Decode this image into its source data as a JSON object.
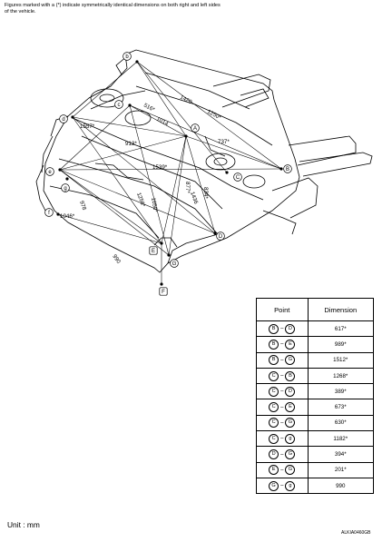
{
  "note": "Figures marked with a (*) indicate symmetrically identical dimensions on both right and left sides of the vehicle.",
  "points": [
    {
      "id": "b",
      "label": "b",
      "shape": "circle"
    },
    {
      "id": "c",
      "label": "c",
      "shape": "circle"
    },
    {
      "id": "d",
      "label": "d",
      "shape": "circle"
    },
    {
      "id": "e",
      "label": "e",
      "shape": "circle"
    },
    {
      "id": "f",
      "label": "f",
      "shape": "circle"
    },
    {
      "id": "g",
      "label": "g",
      "shape": "circle"
    },
    {
      "id": "A",
      "label": "A",
      "shape": "circle"
    },
    {
      "id": "B",
      "label": "B",
      "shape": "circle"
    },
    {
      "id": "C",
      "label": "C",
      "shape": "circle"
    },
    {
      "id": "D",
      "label": "D",
      "shape": "circle"
    },
    {
      "id": "E",
      "label": "E",
      "shape": "square"
    },
    {
      "id": "F",
      "label": "F",
      "shape": "square"
    },
    {
      "id": "G",
      "label": "G",
      "shape": "circle"
    }
  ],
  "diagram_dimensions": [
    "1420",
    "1250*",
    "737*",
    "516*",
    "1014",
    "1557*",
    "913*",
    "1539*",
    "877*",
    "834*",
    "1436",
    "978",
    "1256*",
    "1050*",
    "1046*",
    "990"
  ],
  "table": {
    "header_point": "Point",
    "header_dimension": "Dimension",
    "rows": [
      {
        "from": "B",
        "to": "D",
        "value": "617*"
      },
      {
        "from": "B",
        "to": "E",
        "value": "989*"
      },
      {
        "from": "B",
        "to": "G",
        "value": "1512*"
      },
      {
        "from": "C",
        "to": "B",
        "value": "1268*"
      },
      {
        "from": "C",
        "to": "D",
        "value": "389*"
      },
      {
        "from": "C",
        "to": "E",
        "value": "673*"
      },
      {
        "from": "C",
        "to": "G",
        "value": "630*"
      },
      {
        "from": "C",
        "to": "g",
        "value": "1182*"
      },
      {
        "from": "D",
        "to": "G",
        "value": "394*"
      },
      {
        "from": "E",
        "to": "G",
        "value": "201*"
      },
      {
        "from": "G",
        "to": "g",
        "value": "990"
      }
    ]
  },
  "unit_label": "Unit : mm",
  "figure_code": "ALKIA0460GB"
}
